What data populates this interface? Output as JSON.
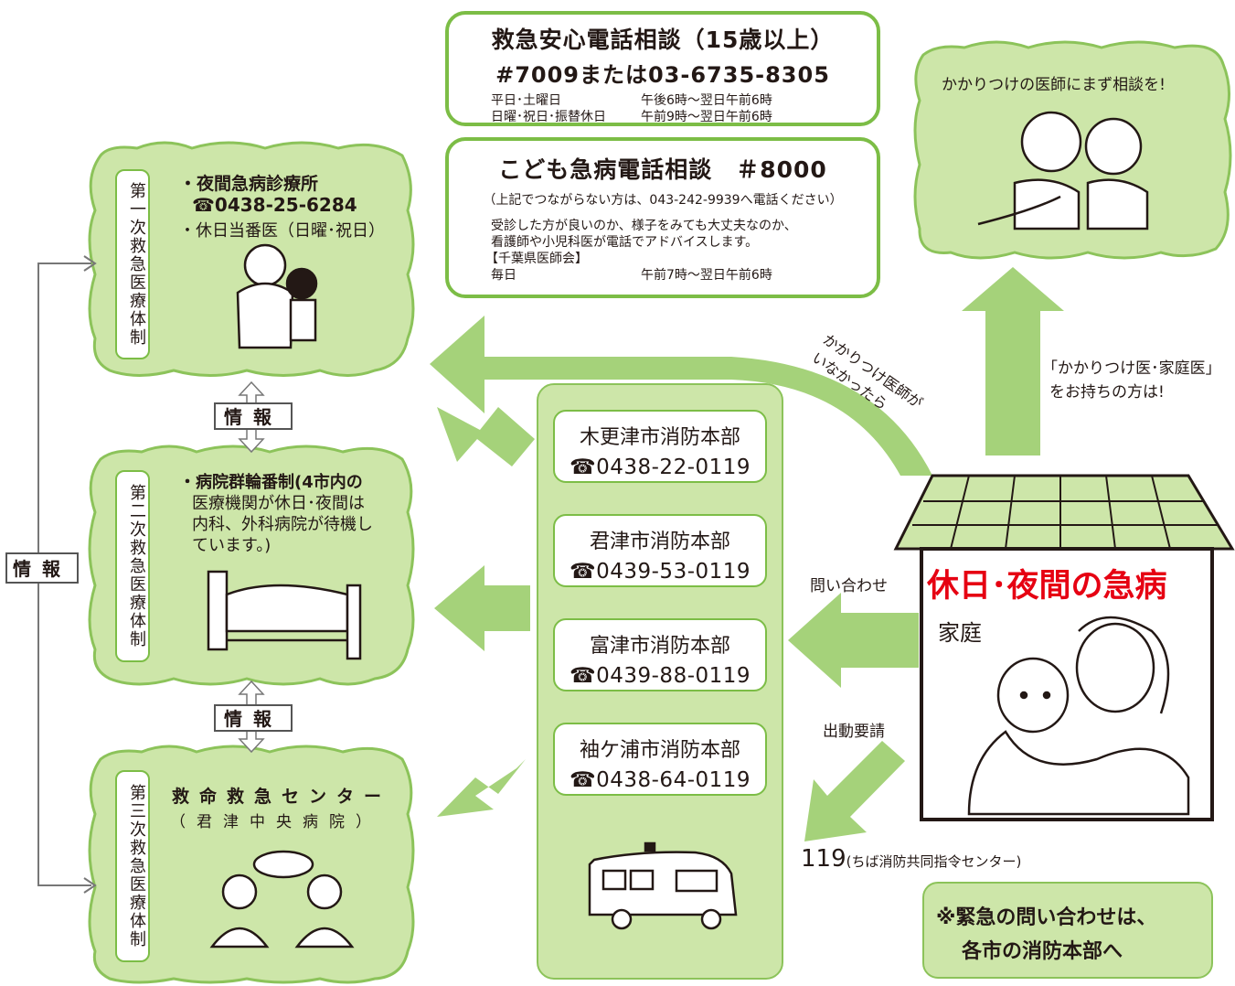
{
  "colors": {
    "green_light": "#cde6a9",
    "green_border": "#8cc35a",
    "green_arrow": "#a5d27a",
    "red": "#e60012",
    "text": "#231815"
  },
  "hotline_adult": {
    "title": "救急安心電話相談（15歳以上）",
    "number": "#7009または03-6735-8305",
    "row1_days": "平日･土曜日",
    "row1_hours": "午後6時～翌日午前6時",
    "row2_days": "日曜･祝日･振替休日",
    "row2_hours": "午前9時～翌日午前6時"
  },
  "hotline_child": {
    "title": "こども急病電話相談　＃8000",
    "fallback": "（上記でつながらない方は、043-242-9939へ電話ください）",
    "desc1": "受診した方が良いのか、様子をみても大丈夫なのか、",
    "desc2": "看護師や小児科医が電話でアドバイスします。",
    "org": "【千葉県医師会】",
    "days": "毎日",
    "hours": "午前7時～翌日午前6時"
  },
  "family_doctor": {
    "text": "かかりつけの医師にまず相談を!"
  },
  "primary": {
    "label": "第一次救急医療体制",
    "item1": "・夜間急病診療所",
    "phone": "☎0438-25-6284",
    "item2": "・休日当番医（日曜･祝日）"
  },
  "secondary": {
    "label": "第二次救急医療体制",
    "l1": "・病院群輪番制(4市内の",
    "l2": "医療機関が休日･夜間は",
    "l3": "内科、外科病院が待機し",
    "l4": "ています。)"
  },
  "tertiary": {
    "label": "第三次救急医療体制",
    "name": "救命救急センター",
    "sub": "（君津中央病院）"
  },
  "info_label": "情報",
  "fire_depts": [
    {
      "name": "木更津市消防本部",
      "phone": "☎0438-22-0119"
    },
    {
      "name": "君津市消防本部",
      "phone": "☎0439-53-0119"
    },
    {
      "name": "富津市消防本部",
      "phone": "☎0439-88-0119"
    },
    {
      "name": "袖ケ浦市消防本部",
      "phone": "☎0438-64-0119"
    }
  ],
  "curve_text_1": "かかりつけ医師が",
  "curve_text_2": "いなかったら",
  "have_doctor_1": "「かかりつけ医･家庭医」",
  "have_doctor_2": "をお持ちの方は!",
  "inquiry": "問い合わせ",
  "dispatch": "出動要請",
  "house_title": "休日･夜間の急病",
  "house_sub": "家庭",
  "call119": "119",
  "call119_sub": "(ちば消防共同指令センター)",
  "note1": "※緊急の問い合わせは、",
  "note2": "各市の消防本部へ"
}
